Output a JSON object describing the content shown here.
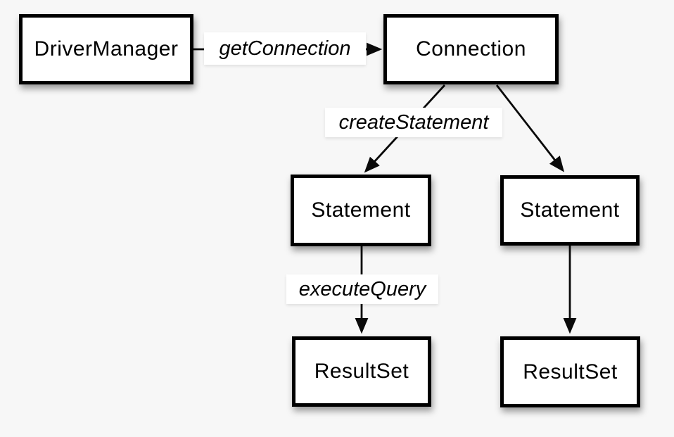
{
  "diagram": {
    "background_color": "#f7f7f7",
    "node_fill_color": "#ffffff",
    "node_border_color": "#000000",
    "text_color": "#000000",
    "nodes": {
      "driver_manager": {
        "label": "DriverManager"
      },
      "connection": {
        "label": "Connection"
      },
      "statement_left": {
        "label": "Statement"
      },
      "statement_right": {
        "label": "Statement"
      },
      "resultset_left": {
        "label": "ResultSet"
      },
      "resultset_right": {
        "label": "ResultSet"
      }
    },
    "edge_labels": {
      "get_connection": "getConnection",
      "create_statement": "createStatement",
      "execute_query": "executeQuery"
    },
    "edges": [
      {
        "from": "DriverManager",
        "to": "Connection",
        "label": "getConnection",
        "style": "horizontal-arrow"
      },
      {
        "from": "Connection",
        "to": "Statement (left)",
        "label": "createStatement",
        "style": "diagonal-arrow"
      },
      {
        "from": "Connection",
        "to": "Statement (right)",
        "label": "",
        "style": "diagonal-arrow"
      },
      {
        "from": "Statement (left)",
        "to": "ResultSet (left)",
        "label": "executeQuery",
        "style": "vertical-arrow"
      },
      {
        "from": "Statement (right)",
        "to": "ResultSet (right)",
        "label": "",
        "style": "vertical-arrow"
      }
    ]
  }
}
